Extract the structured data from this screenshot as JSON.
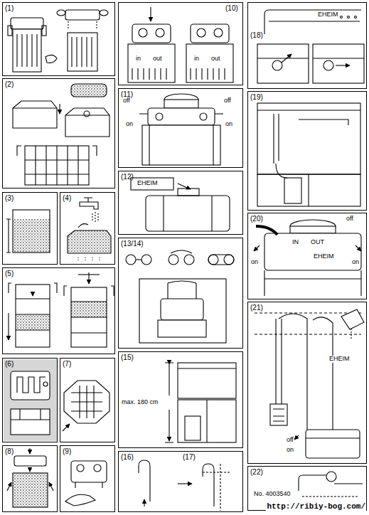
{
  "diagram": {
    "nodes": [
      {
        "text": [
          "(1)"
        ]
      },
      {
        "text": [
          "(2)"
        ]
      },
      {
        "text": [
          "(3)"
        ]
      },
      {
        "text": [
          "(4)"
        ]
      },
      {
        "text": [
          "(5)"
        ]
      },
      {
        "text": [
          "(6)"
        ]
      },
      {
        "text": [
          "(7)"
        ]
      },
      {
        "text": [
          "(8)"
        ]
      },
      {
        "text": [
          "(9)"
        ]
      },
      {
        "text": [
          "(10)"
        ]
      },
      {
        "text": [
          "(11)"
        ]
      },
      {
        "text": [
          "(12)"
        ]
      },
      {
        "text": [
          "(13/14)"
        ]
      },
      {
        "text": [
          "(15)"
        ]
      },
      {
        "text": [
          "(16)",
          "(17)"
        ]
      },
      {
        "text": [
          "(18)"
        ]
      },
      {
        "text": [
          "(19)"
        ]
      },
      {
        "text": [
          "(20)"
        ]
      },
      {
        "text": [
          "(21)"
        ]
      },
      {
        "text": [
          "(22)"
        ]
      }
    ],
    "labels": [
      "in",
      "out",
      "in",
      "out",
      "off",
      "on",
      "off",
      "on",
      "EHEIM",
      "max. 180 cm",
      "EHEIM",
      "off",
      "on",
      "IN",
      "OUT",
      "on",
      "EHEIM",
      "EHEIM",
      "off",
      "on",
      "No. 4003540",
      "http://ribiy-bog.com/"
    ]
  }
}
